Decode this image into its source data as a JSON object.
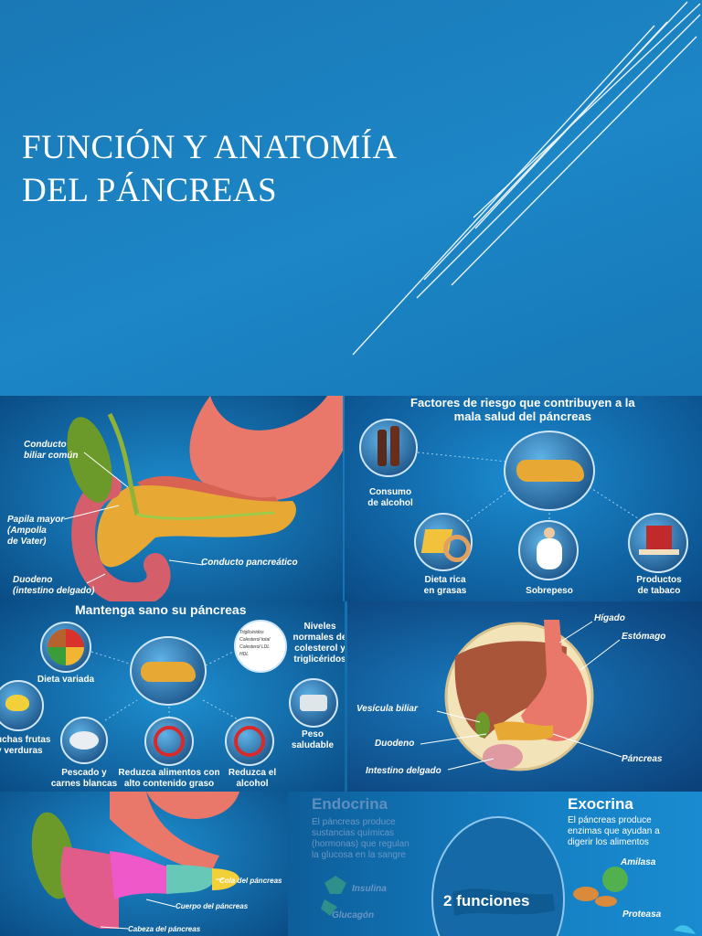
{
  "slide": {
    "title_lines": [
      "FUNCIÓN Y ANATOMÍA",
      "DEL PÁNCREAS"
    ]
  },
  "panel_anatomy": {
    "labels": {
      "conducto_biliar": "Conducto\nbiliar común",
      "papila": "Papila mayor\n(Ampolla\nde Vater)",
      "duodeno": "Duodeno\n(intestino delgado)",
      "conducto_pancreatico": "Conducto pancreático"
    }
  },
  "panel_risk": {
    "title": "Factores de riesgo que contribuyen a la\nmala salud del páncreas",
    "items": [
      {
        "label": "Consumo\nde alcohol",
        "icon": "bottles-icon"
      },
      {
        "label": "Dieta rica\nen grasas",
        "icon": "cheese-icon"
      },
      {
        "label": "Sobrepeso",
        "icon": "person-icon"
      },
      {
        "label": "Productos\nde tabaco",
        "icon": "cigarettes-icon"
      }
    ]
  },
  "panel_healthy": {
    "title": "Mantenga sano su páncreas",
    "items": [
      {
        "label": "Dieta variada"
      },
      {
        "label": "Niveles\nnormales de\ncolesterol y\ntriglicéridos"
      },
      {
        "label": "uchas frutas\ny verduras"
      },
      {
        "label": "Peso\nsaludable"
      },
      {
        "label": "Pescado y\ncarnes blancas"
      },
      {
        "label": "Reduzca alimentos con\nalto contenido graso"
      },
      {
        "label": "Reduzca el\nalcohol"
      }
    ],
    "chart_labels": [
      "Triglicéridos",
      "Colesterol total",
      "Colesterol LDL",
      "HDL"
    ]
  },
  "panel_organs": {
    "labels": {
      "higado": "Hígado",
      "estomago": "Estómago",
      "vesicula": "Vesícula biliar",
      "duodeno": "Duodeno",
      "pancreas": "Páncreas",
      "intestino": "Intestino delgado"
    }
  },
  "panel_parts": {
    "labels": {
      "cola": "Cola del páncreas",
      "cuerpo": "Cuerpo del páncreas",
      "cabeza": "Cabeza del páncreas"
    }
  },
  "panel_functions": {
    "endocrina": "Endocrina",
    "endocrina_text": "El páncreas produce\nsustancias químicas\n(hormonas) que regulan\nla glucosa en la sangre",
    "exocrina": "Exocrina",
    "exocrina_text": "El páncreas produce\nenzimas que ayudan a\ndigerir los alimentos",
    "center": "2 funciones",
    "insulina": "Insulina",
    "glucagon": "Glucagón",
    "amilasa": "Amilasa",
    "proteasa": "Proteasa"
  },
  "colors": {
    "pancreas": "#e8a834",
    "stomach": "#e9776a",
    "gallbladder": "#6c9a2a",
    "liver": "#a8553a"
  }
}
